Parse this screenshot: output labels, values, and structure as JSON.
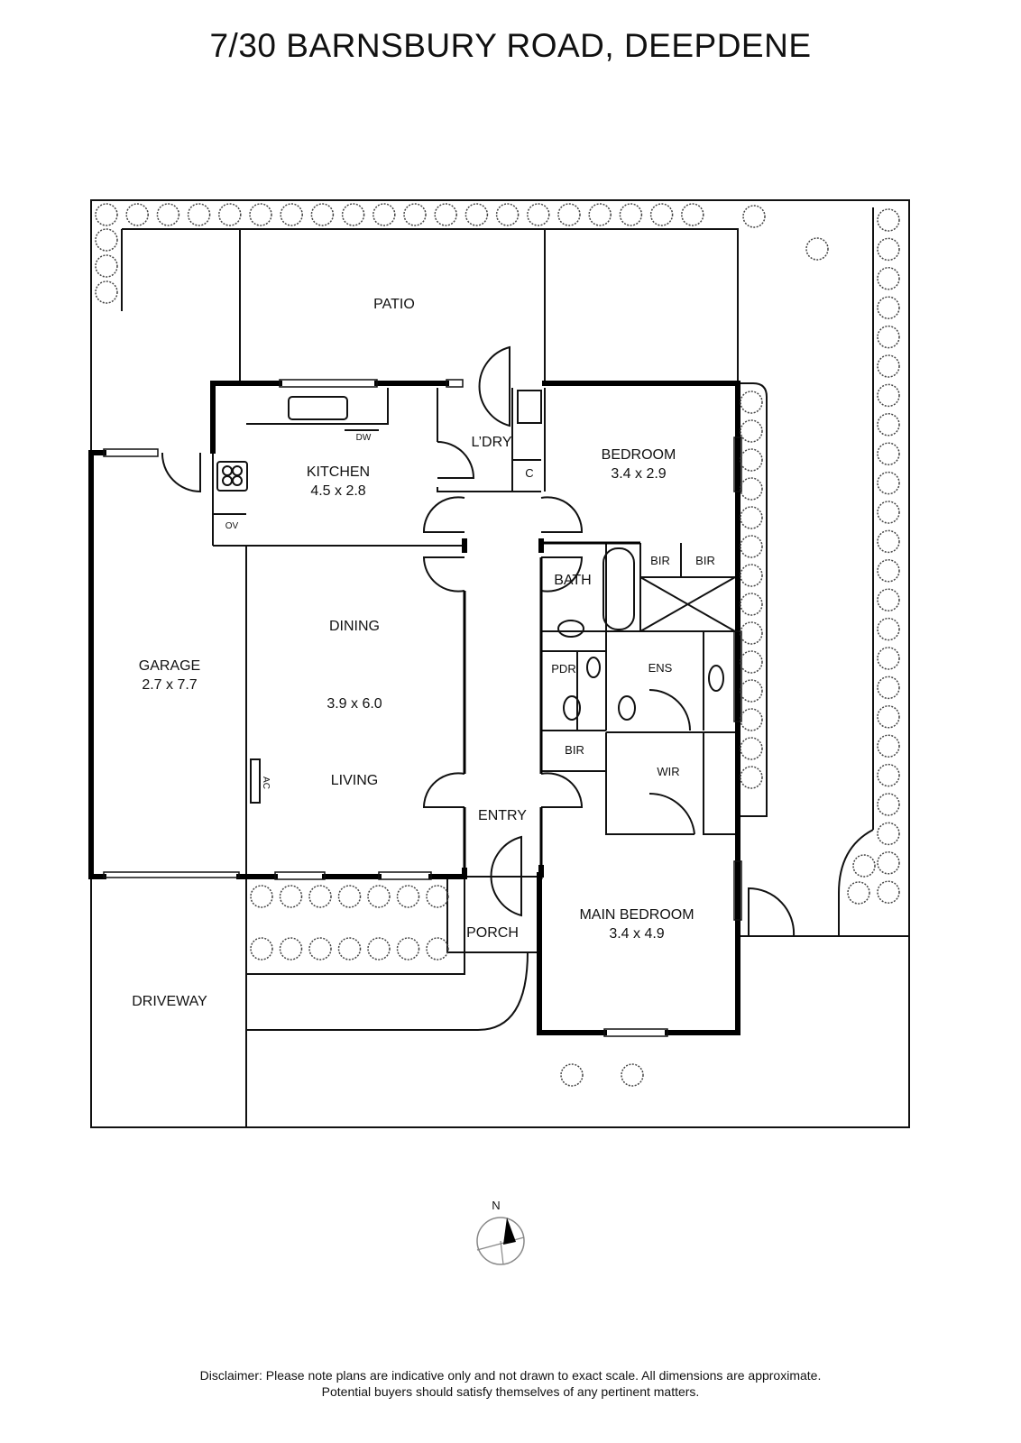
{
  "title": "7/30 BARNSBURY ROAD, DEEPDENE",
  "rooms": {
    "patio": {
      "name": "PATIO"
    },
    "kitchen": {
      "name": "KITCHEN",
      "size": "4.5 x 2.8"
    },
    "laundry": {
      "name": "L’DRY"
    },
    "cupboard": {
      "name": "C"
    },
    "bedroom": {
      "name": "BEDROOM",
      "size": "3.4 x 2.9"
    },
    "bir1": {
      "name": "BIR"
    },
    "bir2": {
      "name": "BIR"
    },
    "bath": {
      "name": "BATH"
    },
    "garage": {
      "name": "GARAGE",
      "size": "2.7 x 7.7"
    },
    "dining_living": {
      "name_top": "DINING",
      "size": "3.9 x 6.0",
      "name_bottom": "LIVING"
    },
    "pdr": {
      "name": "PDR"
    },
    "ens": {
      "name": "ENS"
    },
    "bir3": {
      "name": "BIR"
    },
    "wir": {
      "name": "WIR"
    },
    "entry": {
      "name": "ENTRY"
    },
    "porch": {
      "name": "PORCH"
    },
    "main_bedroom": {
      "name": "MAIN BEDROOM",
      "size": "3.4 x 4.9"
    },
    "driveway": {
      "name": "DRIVEWAY"
    }
  },
  "fixtures": {
    "dishwasher": "DW",
    "oven": "OV",
    "air_conditioner": "AC"
  },
  "compass": {
    "north_label": "N"
  },
  "disclaimer": {
    "line1": "Disclaimer: Please note plans are indicative only and not drawn to exact scale. All dimensions are approximate.",
    "line2": "Potential buyers should satisfy themselves of any pertinent matters."
  }
}
